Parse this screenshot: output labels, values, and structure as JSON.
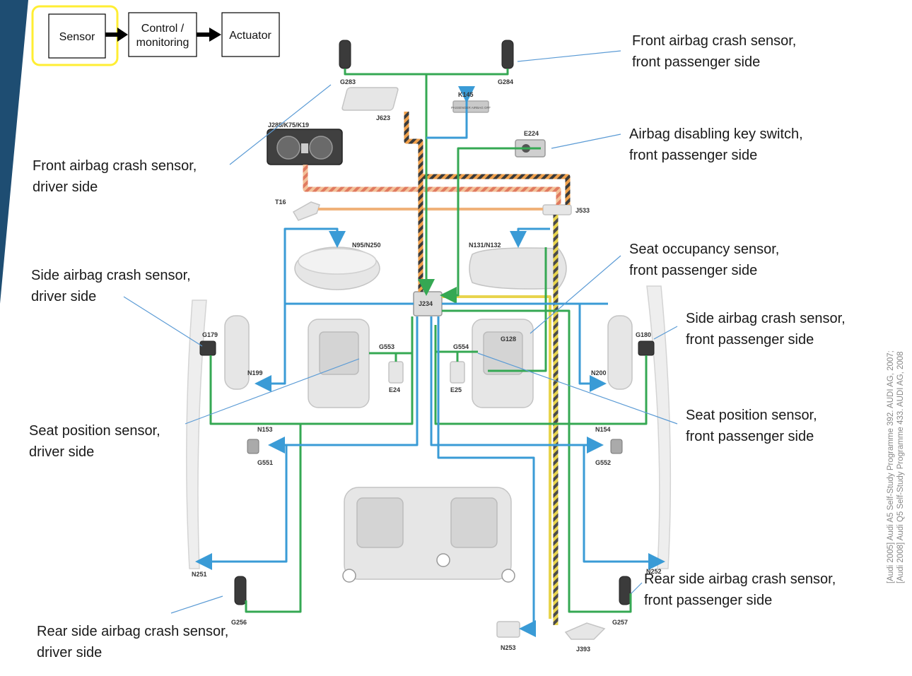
{
  "flow": {
    "sensor": "Sensor",
    "control_line1": "Control /",
    "control_line2": "monitoring",
    "actuator": "Actuator"
  },
  "labels": {
    "front_crash_passenger": [
      "Front airbag crash sensor,",
      "front passenger side"
    ],
    "front_crash_driver": [
      "Front airbag crash sensor,",
      "driver side"
    ],
    "key_switch": [
      "Airbag disabling key switch,",
      "front passenger side"
    ],
    "seat_occupancy": [
      "Seat occupancy sensor,",
      "front passenger side"
    ],
    "side_crash_driver": [
      "Side airbag crash sensor,",
      "driver side"
    ],
    "side_crash_passenger": [
      "Side airbag crash sensor,",
      "front passenger side"
    ],
    "seat_pos_driver": [
      "Seat position sensor,",
      "driver side"
    ],
    "seat_pos_passenger": [
      "Seat position sensor,",
      "front passenger side"
    ],
    "rear_crash_passenger": [
      "Rear side airbag crash sensor,",
      "front passenger side"
    ],
    "rear_crash_driver": [
      "Rear side airbag crash sensor,",
      "driver side"
    ]
  },
  "codes": {
    "g283": "G283",
    "g284": "G284",
    "j623": "J623",
    "k145": "K145",
    "j285": "J285/K75/K19",
    "e224": "E224",
    "t16": "T16",
    "j533": "J533",
    "n95": "N95/N250",
    "n131": "N131/N132",
    "j234": "J234",
    "g179": "G179",
    "g180": "G180",
    "g553": "G553",
    "g554": "G554",
    "g128": "G128",
    "n199": "N199",
    "n200": "N200",
    "e24": "E24",
    "e25": "E25",
    "n153": "N153",
    "g551": "G551",
    "n154": "N154",
    "g552": "G552",
    "n251": "N251",
    "n252": "N252",
    "g256": "G256",
    "g257": "G257",
    "n253": "N253",
    "j393": "J393"
  },
  "k145_panel_text": "PASSENGER AIRBAG OFF",
  "source": {
    "line1": "[Audi 2005] Audi A5 Self-Study Programme 392. AUDI AG, 2007;",
    "line2": "[Audi 2008] Audi Q5 Self-Study Programme 433. AUDI AG, 2008"
  },
  "colors": {
    "accent_bar": "#1e4d72",
    "highlight": "#ffee33",
    "wire_green": "#35a853",
    "wire_blue": "#3a9bd6",
    "wire_orange": "#f0b27a",
    "wire_yellow": "#e8d44d",
    "leader": "#5b9bd5"
  }
}
